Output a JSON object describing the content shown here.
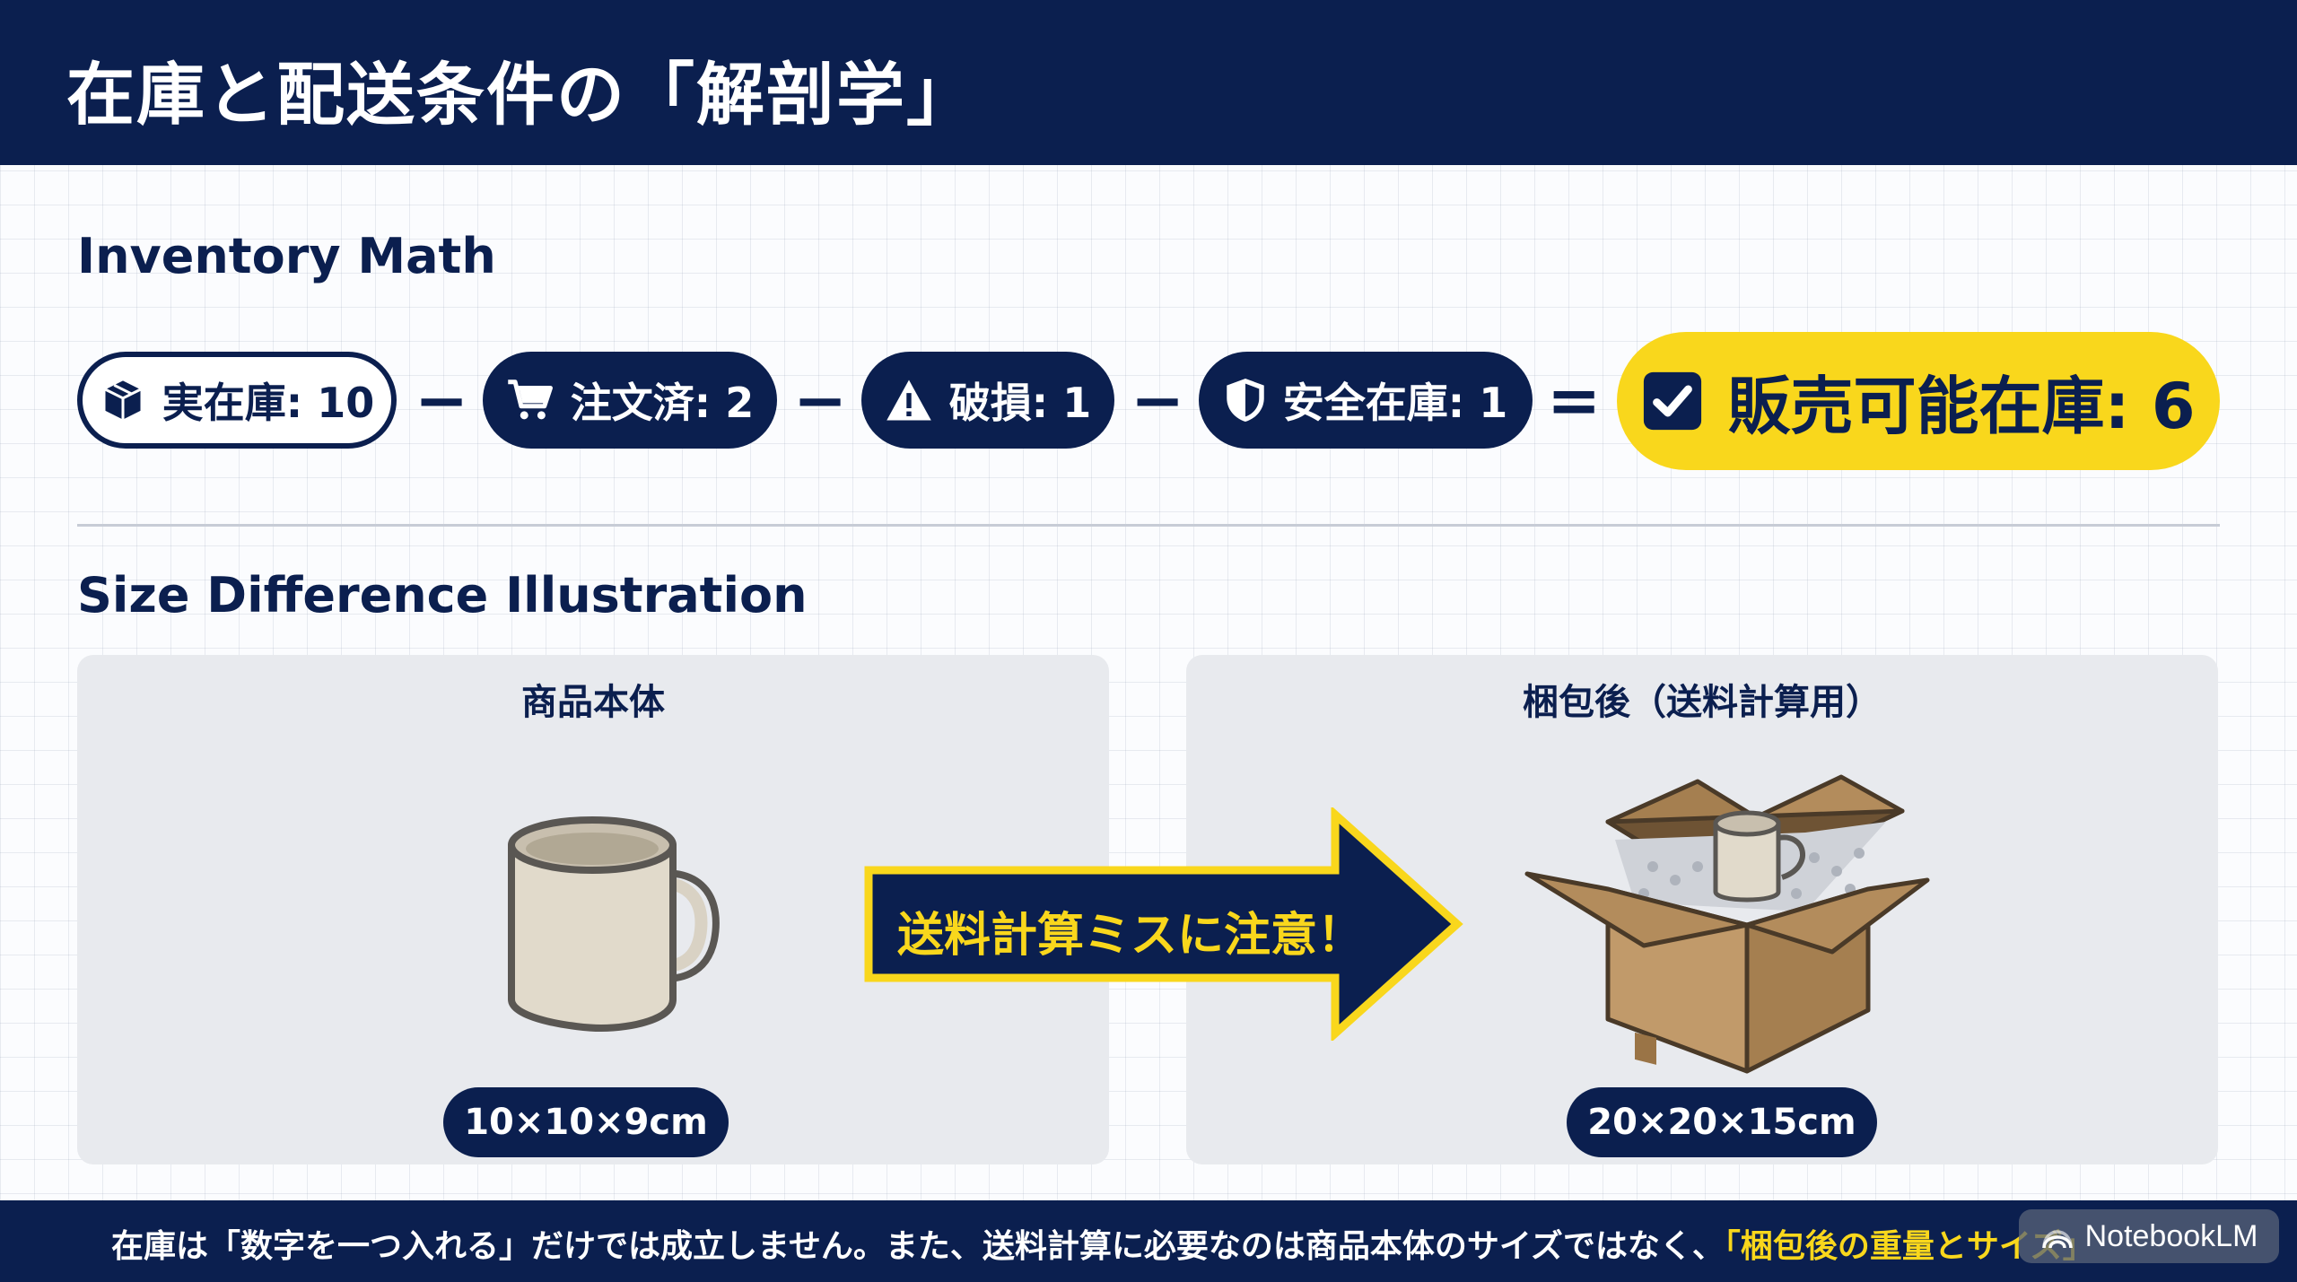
{
  "header": {
    "title": "在庫と配送条件の「解剖学」"
  },
  "inventory": {
    "section_title": "Inventory Math",
    "items": [
      {
        "label": "実在庫: 10",
        "icon": "box-icon"
      },
      {
        "label": "注文済: 2",
        "icon": "cart-icon"
      },
      {
        "label": "破損: 1",
        "icon": "warning-icon"
      },
      {
        "label": "安全在庫: 1",
        "icon": "shield-icon"
      }
    ],
    "result": {
      "label": "販売可能在庫: 6",
      "icon": "checkbox-icon"
    },
    "operators": {
      "minus": "−",
      "equals": "="
    }
  },
  "size": {
    "section_title": "Size Difference Illustration",
    "product": {
      "label": "商品本体",
      "dimensions": "10×10×9cm"
    },
    "packed": {
      "label": "梱包後（送料計算用）",
      "dimensions": "20×20×15cm"
    },
    "arrow_text": "送料計算ミスに注意！"
  },
  "footer": {
    "text": "在庫は「数字を一つ入れる」だけでは成立しません。また、送料計算に必要なのは商品本体のサイズではなく、",
    "highlight": "「梱包後の重量とサイズ」"
  },
  "watermark": {
    "label": "NotebookLM"
  },
  "colors": {
    "navy": "#0b1f4f",
    "yellow": "#f9d71c",
    "panel": "#e8eaee"
  }
}
